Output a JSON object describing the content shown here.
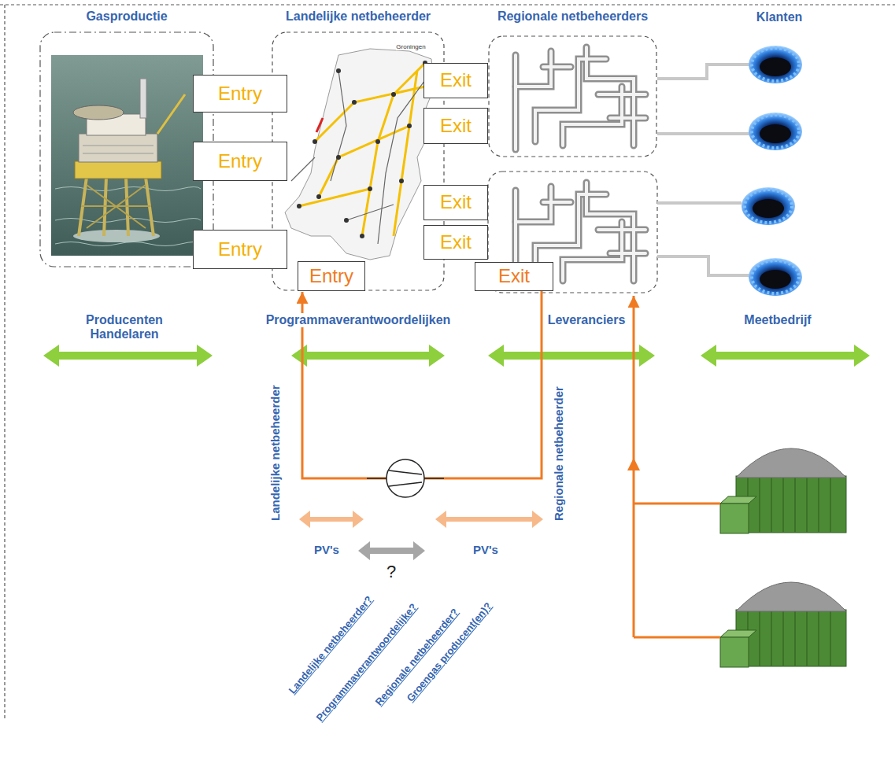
{
  "diagram": {
    "nodes": [
      {
        "text": [
          "Gasproductie"
        ]
      },
      {
        "text": [
          "Landelijke netbeheerder"
        ]
      },
      {
        "text": [
          "Regionale netbeheerders"
        ]
      },
      {
        "text": [
          "Entry"
        ]
      },
      {
        "text": [
          "Exit"
        ]
      },
      {
        "text": [
          "Exit"
        ]
      },
      {
        "text": [
          "Entry"
        ]
      },
      {
        "text": [
          "Exit"
        ]
      },
      {
        "text": [
          "Exit"
        ]
      },
      {
        "text": [
          "Entry"
        ]
      },
      {
        "text": [
          "Entry"
        ],
        "in": 1
      },
      {
        "text": [
          "Exit"
        ]
      }
    ],
    "edges": [
      {
        "from": 11,
        "to": 10,
        "arrow": "to"
      }
    ],
    "labels": [
      "Klanten",
      "Producenten Handelaren",
      "Programmaverantwoordelijken",
      "Leveranciers",
      "Meetbedrijf",
      "Landelijke netbeheerder",
      "Regionale netbeheerder",
      "PV's",
      "PV's",
      "?",
      "Landelijke netbeheerder?",
      "Programmaverantwoordelijke?",
      "Regionale netbeheerder?",
      "Groengas producent(en)?",
      "Groningen"
    ]
  }
}
